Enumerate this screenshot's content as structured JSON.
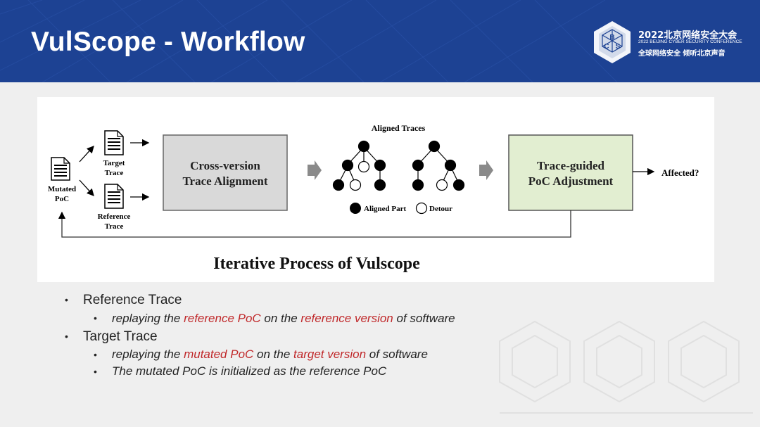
{
  "slide": {
    "title": "VulScope - Workflow"
  },
  "conference": {
    "name_cn": "2022北京网络安全大会",
    "name_en": "2022 BEIJING CYBER SECURITY CONFERENCE",
    "slogan_cn": "全球网络安全  倾听北京声音",
    "logo_letters": [
      "B",
      "C",
      "S"
    ]
  },
  "diagram": {
    "mutated_poc": [
      "Mutated",
      "PoC"
    ],
    "target_trace": [
      "Target",
      "Trace"
    ],
    "reference_trace": [
      "Reference",
      "Trace"
    ],
    "cross_version": [
      "Cross-version",
      "Trace Alignment"
    ],
    "aligned_traces_title": "Aligned Traces",
    "legend_aligned": "Aligned Part",
    "legend_detour": "Detour",
    "trace_guided": [
      "Trace-guided",
      "PoC Adjustment"
    ],
    "affected": "Affected?",
    "caption": "Iterative Process of Vulscope",
    "colors": {
      "cross_box": "#d9d9d9",
      "guided_box": "#e2eed1"
    }
  },
  "bullets": [
    {
      "label": "Reference Trace",
      "sub": [
        [
          {
            "text": "replaying the ",
            "hl": false
          },
          {
            "text": "reference PoC",
            "hl": true
          },
          {
            "text": " on the ",
            "hl": false
          },
          {
            "text": "reference version",
            "hl": true
          },
          {
            "text": " of software",
            "hl": false
          }
        ]
      ]
    },
    {
      "label": "Target Trace",
      "sub": [
        [
          {
            "text": "replaying the ",
            "hl": false
          },
          {
            "text": "mutated PoC",
            "hl": true
          },
          {
            "text": " on the ",
            "hl": false
          },
          {
            "text": "target version",
            "hl": true
          },
          {
            "text": " of software",
            "hl": false
          }
        ],
        [
          {
            "text": "The mutated PoC is initialized as the reference PoC",
            "hl": false
          }
        ]
      ]
    }
  ]
}
